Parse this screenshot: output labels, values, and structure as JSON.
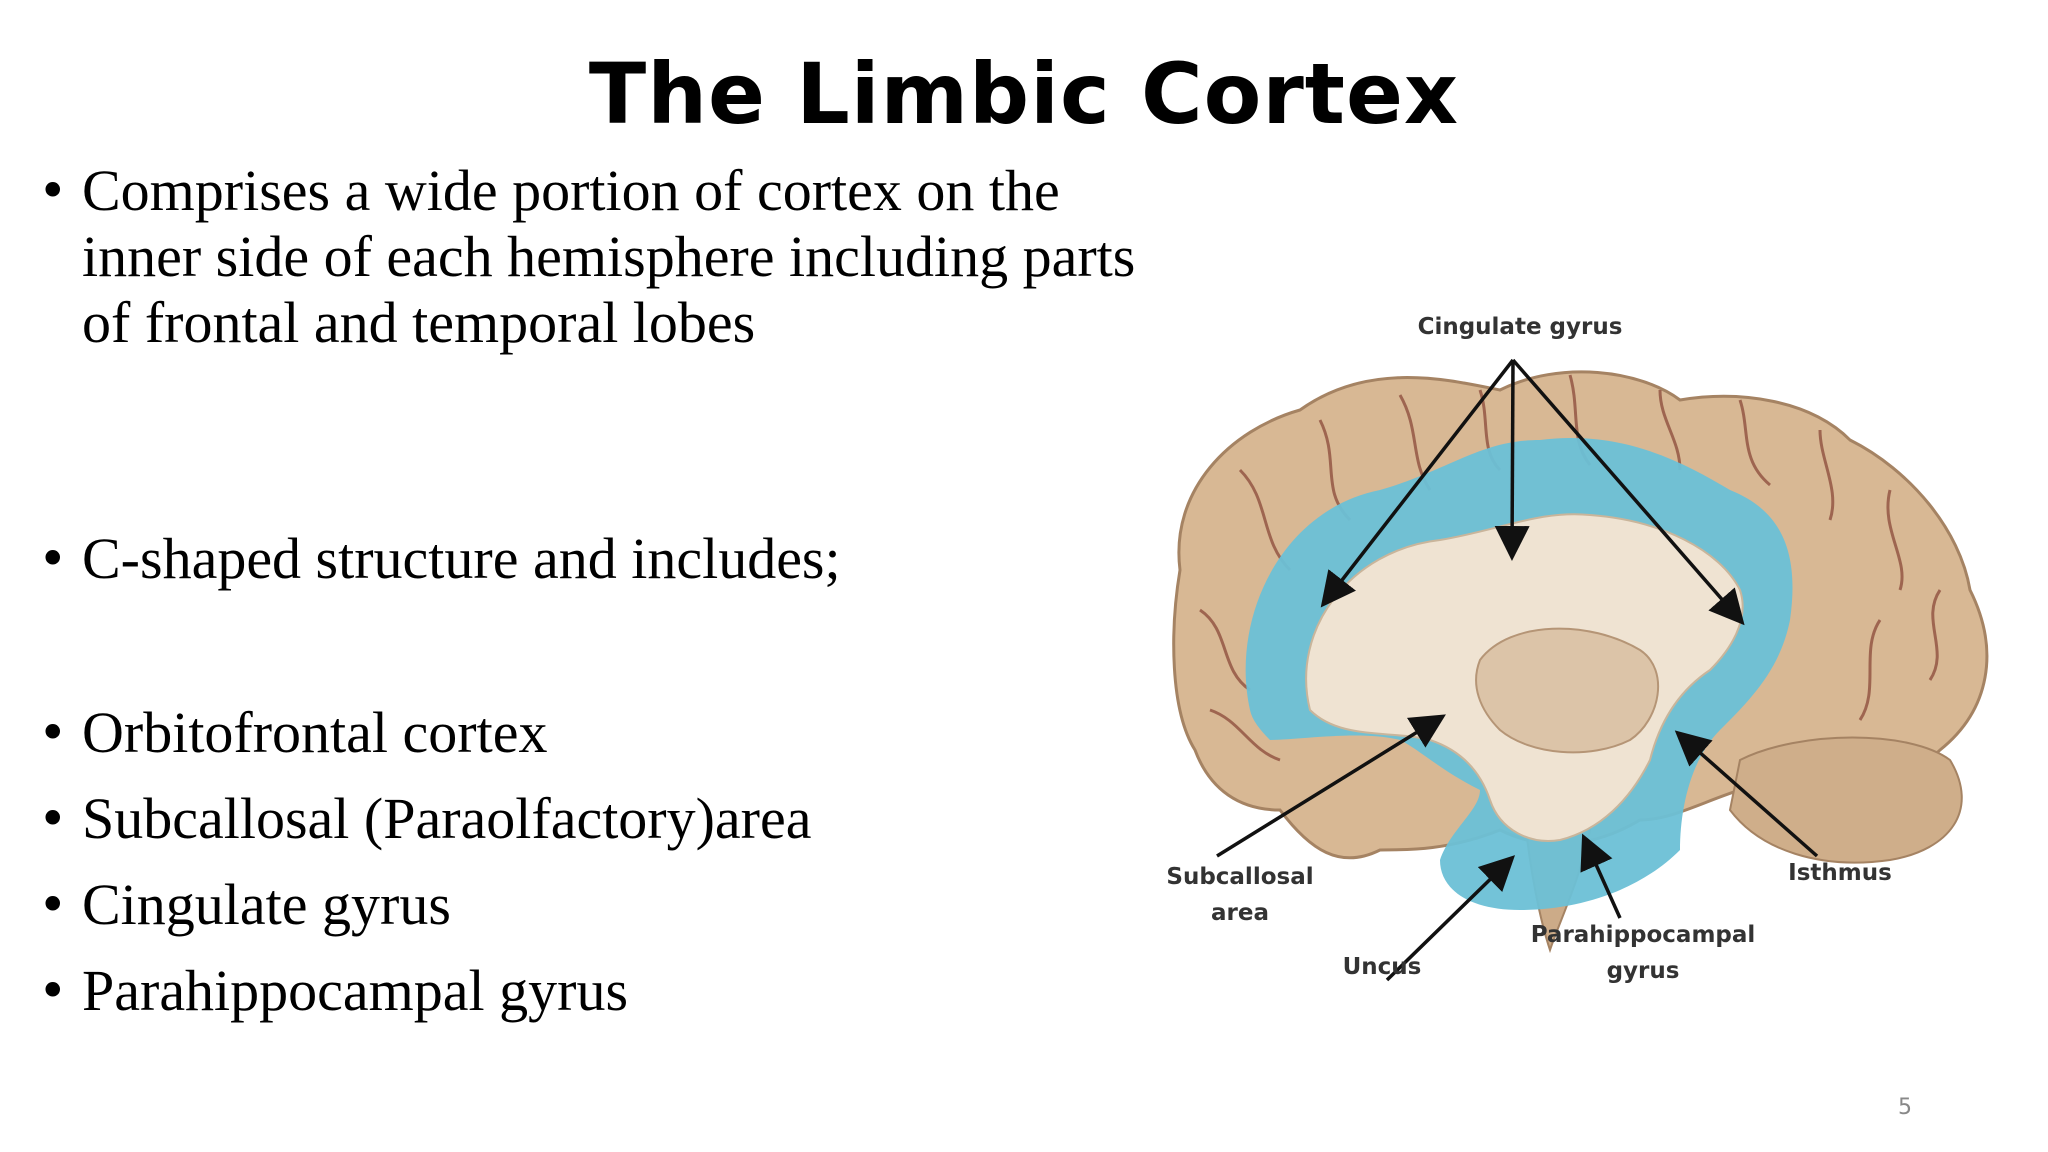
{
  "slide": {
    "title": "The Limbic Cortex",
    "bullet_symbol": "•",
    "bullets": [
      "Comprises a wide portion of cortex on the inner side of each hemisphere including parts of frontal and temporal lobes",
      "C-shaped structure and includes;",
      "Orbitofrontal cortex",
      "Subcallosal (Paraolfactory)area",
      "Cingulate gyrus",
      "Parahippocampal gyrus"
    ],
    "page_number": "5"
  },
  "figure": {
    "labels": {
      "cingulate_gyrus": "Cingulate gyrus",
      "subcallosal_line1": "Subcallosal",
      "subcallosal_line2": "area",
      "uncus": "Uncus",
      "parahippocampal_line1": "Parahippocampal",
      "parahippocampal_line2": "gyrus",
      "isthmus": "Isthmus"
    },
    "colors": {
      "cortex": "#d8b894",
      "sulci": "#8b4a3a",
      "limbic": "#6cc0d6",
      "white_matter": "#efe3d2",
      "arrow": "#111111"
    }
  }
}
